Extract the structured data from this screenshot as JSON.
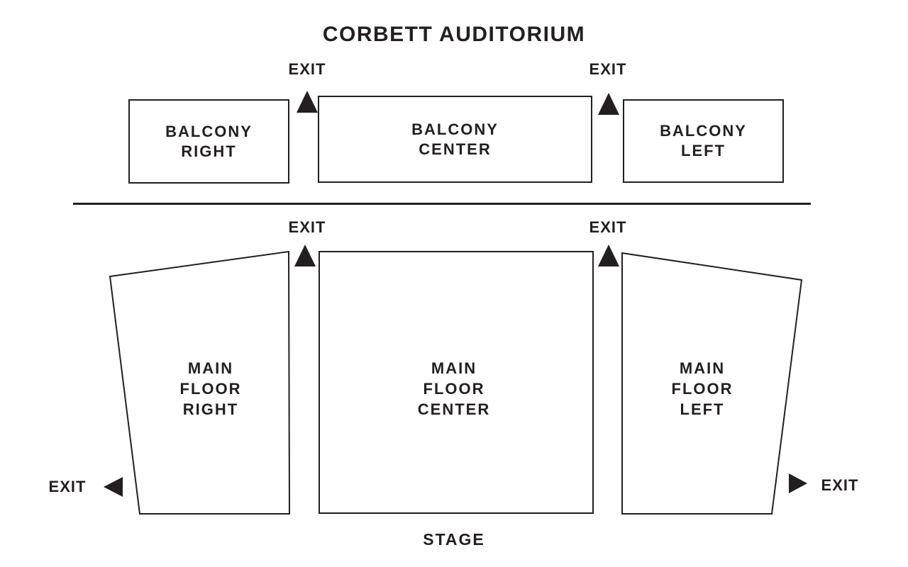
{
  "title": "CORBETT AUDITORIUM",
  "colors": {
    "ink": "#231f20",
    "paper": "#ffffff"
  },
  "balcony_sections": [
    {
      "name": "balcony-right",
      "label": "BALCONY\nRIGHT"
    },
    {
      "name": "balcony-center",
      "label": "BALCONY\nCENTER"
    },
    {
      "name": "balcony-left",
      "label": "BALCONY\nLEFT"
    }
  ],
  "main_floor_sections": [
    {
      "name": "main-floor-right",
      "label": "MAIN\nFLOOR\nRIGHT"
    },
    {
      "name": "main-floor-center",
      "label": "MAIN\nFLOOR\nCENTER"
    },
    {
      "name": "main-floor-left",
      "label": "MAIN\nFLOOR\nLEFT"
    }
  ],
  "exits": {
    "balcony_upper_left": {
      "label": "EXIT",
      "direction": "up"
    },
    "balcony_upper_right": {
      "label": "EXIT",
      "direction": "up"
    },
    "main_upper_left": {
      "label": "EXIT",
      "direction": "up"
    },
    "main_upper_right": {
      "label": "EXIT",
      "direction": "up"
    },
    "main_side_left": {
      "label": "EXIT",
      "direction": "left"
    },
    "main_side_right": {
      "label": "EXIT",
      "direction": "right"
    }
  },
  "stage_label": "STAGE"
}
